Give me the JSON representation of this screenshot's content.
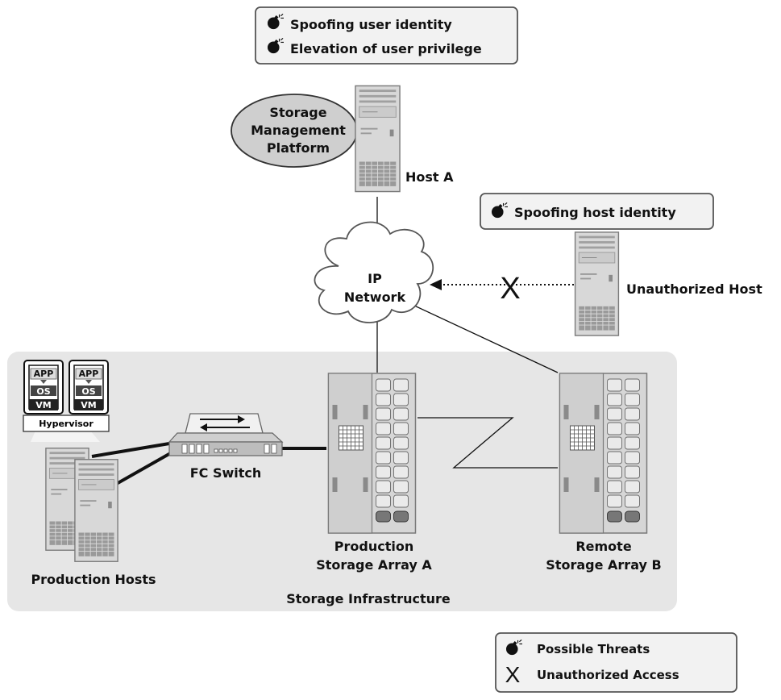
{
  "threat_boxes": {
    "top": [
      "Spoofing user identity",
      "Elevation of user privilege"
    ],
    "host": [
      "Spoofing host identity"
    ]
  },
  "nodes": {
    "platform": [
      "Storage",
      "Management",
      "Platform"
    ],
    "host_a": "Host A",
    "network": [
      "IP",
      "Network"
    ],
    "unauthorized_host": "Unauthorized Host",
    "fc_switch": "FC Switch",
    "production_hosts": "Production Hosts",
    "array_a": [
      "Production",
      "Storage Array A"
    ],
    "array_b": [
      "Remote",
      "Storage Array B"
    ],
    "infrastructure": "Storage Infrastructure",
    "vm": {
      "app": "APP",
      "os": "OS",
      "vm": "VM",
      "hypervisor": "Hypervisor"
    }
  },
  "unauthorized_mark": "X",
  "legend": {
    "threats": "Possible Threats",
    "unauthorized": "Unauthorized Access"
  },
  "colors": {
    "panel": "#e6e6e6",
    "box_fill": "#f2f2f2",
    "device": "#d4d4d4",
    "device_dark": "#9a9a9a",
    "ellipse": "#cfcfcf"
  },
  "icons": [
    "bomb-icon",
    "cross-icon",
    "server-icon",
    "storage-array-icon",
    "switch-icon",
    "cloud-icon",
    "vm-icon"
  ]
}
